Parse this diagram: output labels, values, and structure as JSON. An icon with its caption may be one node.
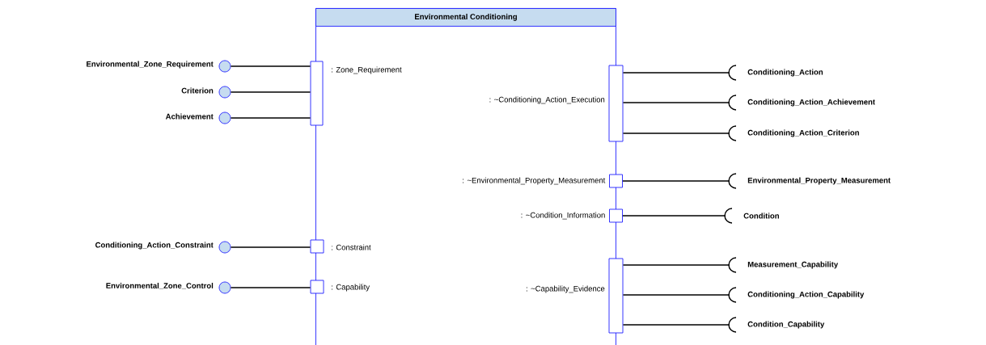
{
  "diagram": {
    "nodes": [
      {
        "text": [
          "Environmental Conditioning"
        ]
      },
      {
        "text": [],
        "shape": "box"
      },
      {
        "text": [],
        "shape": "box",
        "beside": [
          ": ~Conditioning_Action_Execution"
        ]
      },
      {
        "text": [],
        "shape": "box",
        "beside": [
          ": ~Environmental_Property_Measurement"
        ]
      },
      {
        "text": [],
        "shape": "box",
        "beside": [
          ": ~Condition_Information"
        ]
      },
      {
        "text": [],
        "shape": "box"
      },
      {
        "text": [],
        "shape": "box"
      },
      {
        "text": [],
        "shape": "box",
        "beside": [
          ": ~Capability_Evidence"
        ]
      },
      {
        "text": [],
        "shape": "circle",
        "beside": [
          "Environmental_Zone_Requirement"
        ]
      },
      {
        "text": [],
        "shape": "circle",
        "beside": [
          "Criterion"
        ]
      },
      {
        "text": [],
        "shape": "circle",
        "beside": [
          "Achievement"
        ]
      },
      {
        "text": [],
        "shape": "circle",
        "beside": [
          "Conditioning_Action_Constraint"
        ]
      },
      {
        "text": [],
        "shape": "circle",
        "beside": [
          "Environmental_Zone_Control"
        ]
      },
      {
        "text": [],
        "shape": "arc",
        "beside": [
          "Conditioning_Action"
        ]
      },
      {
        "text": [],
        "shape": "arc",
        "beside": [
          "Conditioning_Action_Achievement"
        ]
      },
      {
        "text": [],
        "shape": "arc",
        "beside": [
          "Conditioning_Action_Criterion"
        ]
      },
      {
        "text": [],
        "shape": "arc",
        "beside": [
          "Environmental_Property_Measurement"
        ]
      },
      {
        "text": [],
        "shape": "arc",
        "beside": [
          "Condition"
        ]
      },
      {
        "text": [],
        "shape": "arc",
        "beside": [
          "Measurement_Capability"
        ]
      },
      {
        "text": [],
        "shape": "arc",
        "beside": [
          "Conditioning_Action_Capability"
        ]
      },
      {
        "text": [],
        "shape": "arc",
        "beside": [
          "Condition_Capability"
        ]
      }
    ],
    "edges": [
      {
        "from": 8,
        "to": 1,
        "arrow": "none"
      },
      {
        "from": 9,
        "to": 1,
        "arrow": "none"
      },
      {
        "from": 10,
        "to": 1,
        "arrow": "none"
      },
      {
        "from": 11,
        "to": 5,
        "arrow": "none"
      },
      {
        "from": 12,
        "to": 6,
        "arrow": "none"
      },
      {
        "from": 2,
        "to": 13,
        "arrow": "none"
      },
      {
        "from": 2,
        "to": 14,
        "arrow": "none"
      },
      {
        "from": 2,
        "to": 15,
        "arrow": "none"
      },
      {
        "from": 3,
        "to": 16,
        "arrow": "none"
      },
      {
        "from": 4,
        "to": 17,
        "arrow": "none"
      },
      {
        "from": 7,
        "to": 18,
        "arrow": "none"
      },
      {
        "from": 7,
        "to": 19,
        "arrow": "none"
      },
      {
        "from": 7,
        "to": 20,
        "arrow": "none"
      }
    ],
    "labels": [
      ": Zone_Requirement",
      ": Constraint",
      ": Capability"
    ]
  }
}
